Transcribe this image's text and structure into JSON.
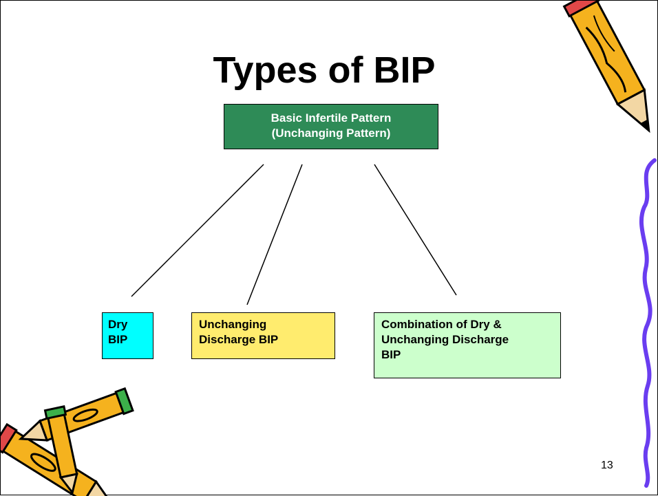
{
  "slide": {
    "title": "Types of BIP",
    "page_number": "13"
  },
  "diagram": {
    "root": {
      "lines": [
        "Basic Infertile Pattern",
        "(Unchanging Pattern)"
      ]
    },
    "children": [
      {
        "lines": [
          "Dry",
          "BIP"
        ],
        "color": "#00ffff"
      },
      {
        "lines": [
          "Unchanging",
          "Discharge BIP"
        ],
        "color": "#ffec6e"
      },
      {
        "lines": [
          "Combination of Dry &",
          "Unchanging Discharge",
          "BIP"
        ],
        "color": "#ccffcc"
      }
    ],
    "root_color": "#2e8b57"
  },
  "decorations": {
    "pencil_icon": "pencil-icon",
    "crossed_pencils_icon": "crossed-pencils-icon",
    "wavy_line_color": "#6a3df0"
  }
}
